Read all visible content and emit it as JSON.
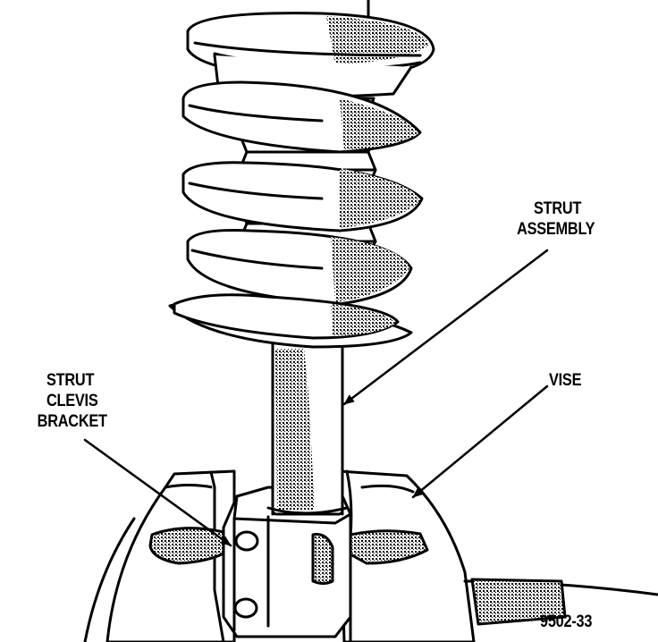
{
  "labels": {
    "strut_assembly": [
      "STRUT",
      "ASSEMBLY"
    ],
    "vise": "VISE",
    "strut_clevis_bracket": [
      "STRUT",
      "CLEVIS",
      "BRACKET"
    ],
    "figure_number": "9502-33"
  },
  "colors": {
    "ink": "#000000",
    "paper": "#ffffff",
    "shading": "#9a9a9a"
  }
}
